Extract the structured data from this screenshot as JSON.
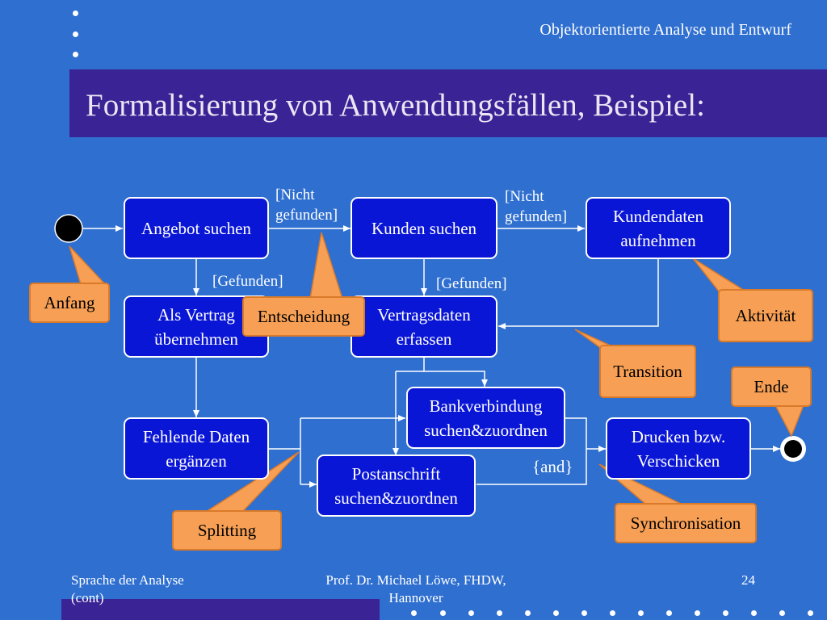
{
  "header": {
    "course_title": "Objektorientierte Analyse und Entwurf"
  },
  "slide": {
    "title": "Formalisierung von Anwendungsfällen, Beispiel:"
  },
  "activities": {
    "angebot_suchen": "Angebot suchen",
    "kunden_suchen": "Kunden suchen",
    "kundendaten_aufnehmen": "Kundendaten aufnehmen",
    "als_vertrag_uebernehmen": "Als Vertrag übernehmen",
    "vertragsdaten_erfassen": "Vertragsdaten erfassen",
    "fehlende_daten_ergaenzen": "Fehlende Daten ergänzen",
    "bankverbindung": "Bankverbindung suchen&zuordnen",
    "postanschrift": "Postanschrift suchen&zuordnen",
    "drucken_verschicken": "Drucken bzw. Verschicken"
  },
  "conditions": {
    "nicht_gefunden_1": "[Nicht gefunden]",
    "nicht_gefunden_2": "[Nicht gefunden]",
    "gefunden_1": "[Gefunden]",
    "gefunden_2": "[Gefunden]",
    "and": "{and}"
  },
  "callouts": {
    "anfang": "Anfang",
    "entscheidung": "Entscheidung",
    "aktivitaet": "Aktivität",
    "transition": "Transition",
    "ende": "Ende",
    "splitting": "Splitting",
    "synchronisation": "Synchronisation"
  },
  "footer": {
    "left": "Sprache der Analyse (cont)",
    "center": "Prof. Dr. Michael Löwe, FHDW, Hannover",
    "page_number": "24"
  },
  "colors": {
    "background": "#2f6fd0",
    "title_bar": "#3a2394",
    "activity_fill": "#0a16d6",
    "callout_fill": "#f7a055"
  }
}
